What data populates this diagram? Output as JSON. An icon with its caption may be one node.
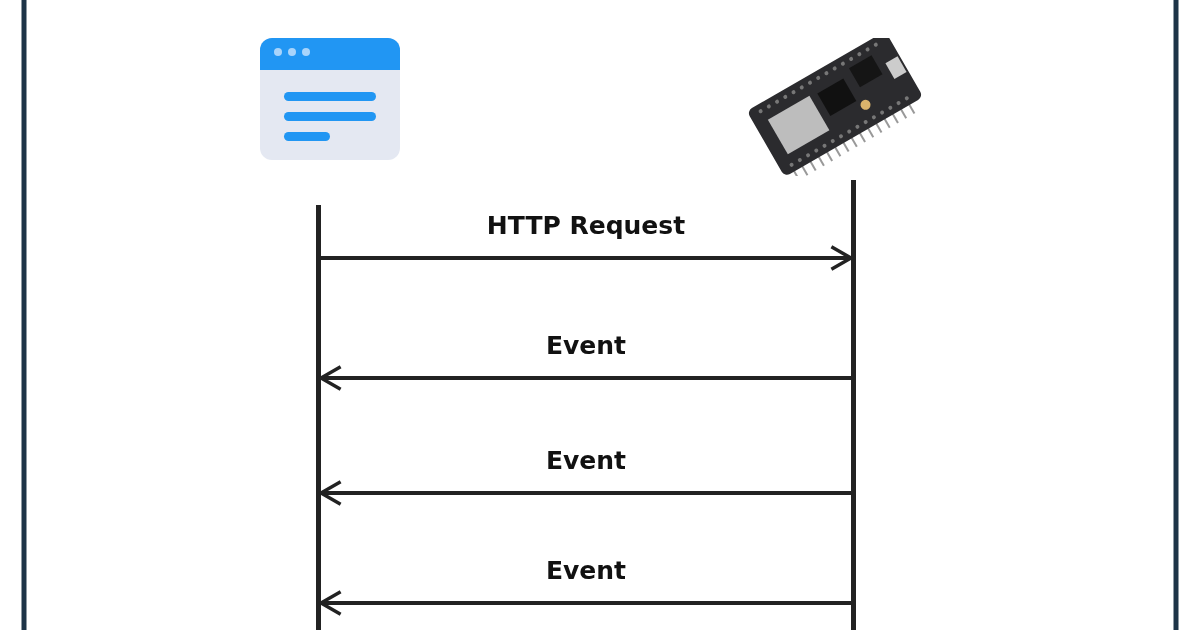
{
  "diagram": {
    "nodes": [
      {
        "text": [],
        "shape": "picture"
      },
      {
        "text": [],
        "shape": "picture"
      },
      {
        "text": [],
        "shape": "bar"
      },
      {
        "text": [],
        "shape": "bar"
      }
    ],
    "edges": [
      {
        "from": 2,
        "to": 3,
        "arrow": "to",
        "label": "HTTP Request"
      },
      {
        "from": 3,
        "to": 2,
        "arrow": "to",
        "label": "Event"
      },
      {
        "from": 3,
        "to": 2,
        "arrow": "to",
        "label": "Event"
      },
      {
        "from": 3,
        "to": 2,
        "arrow": "to",
        "label": "Event"
      }
    ]
  }
}
